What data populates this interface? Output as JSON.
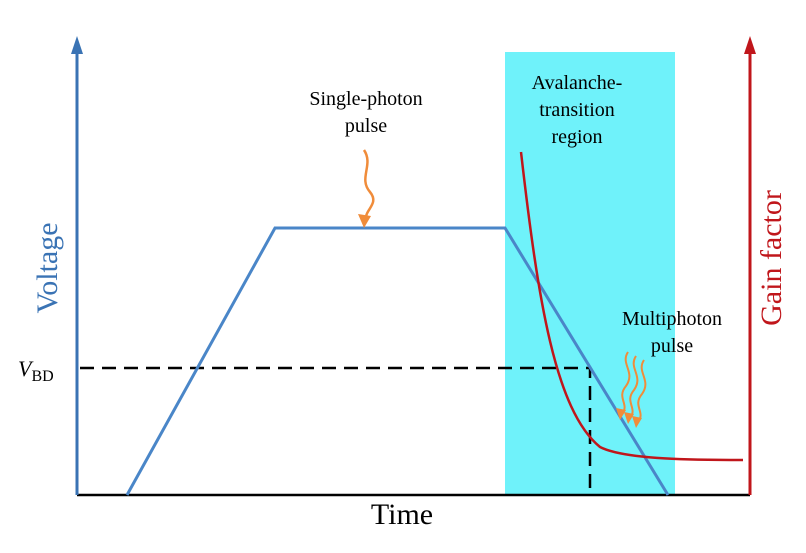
{
  "labels": {
    "y_left": "Voltage",
    "y_right": "Gain factor",
    "x_axis": "Time",
    "threshold_symbol": "V",
    "threshold_subscript": "BD",
    "region_line1": "Avalanche-",
    "region_line2": "transition",
    "region_line3": "region",
    "single_line1": "Single-photon",
    "single_line2": "pulse",
    "multi_line1": "Multiphoton",
    "multi_line2": "pulse"
  },
  "colors": {
    "voltage_axis": "#3a73b4",
    "gain_axis": "#c0161b",
    "pulse_line": "#4a86c8",
    "gain_curve": "#c0161b",
    "region_fill": "#6ff2fa",
    "arrow": "#f08c3a",
    "axis_black": "#000000"
  }
}
